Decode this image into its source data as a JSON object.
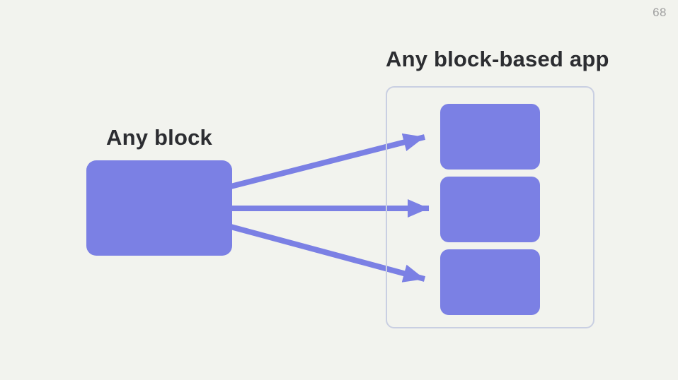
{
  "page": {
    "number": "68"
  },
  "diagram": {
    "source_label": "Any block",
    "target_title": "Any block-based app",
    "app_block_count": 3,
    "arrow_count": 3
  },
  "colors": {
    "background": "#f2f3ee",
    "accent": "#7b80e4",
    "container_border": "#c9cfe2",
    "title_text": "#2c2d31",
    "page_number_text": "#a0a0a0"
  }
}
